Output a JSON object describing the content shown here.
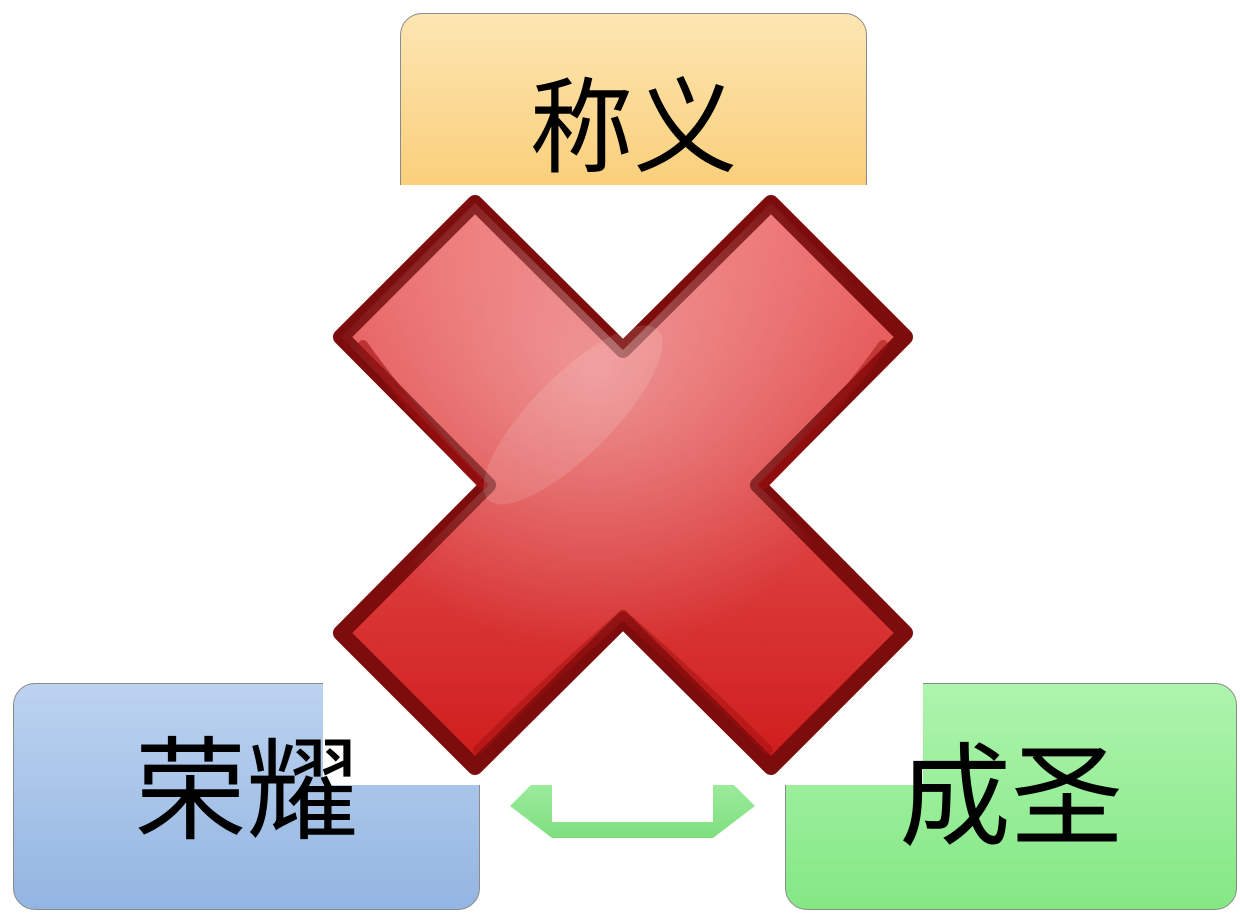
{
  "diagram": {
    "top_node": {
      "label": "称义",
      "color_top": "#fde6b3",
      "color_bottom": "#f8c665"
    },
    "left_node": {
      "label": "荣耀",
      "color_top": "#bcd3f0",
      "color_bottom": "#93b5e1"
    },
    "right_node": {
      "label": "成圣",
      "color_top": "#aef4ae",
      "color_bottom": "#84e884"
    },
    "connector": {
      "type": "double-arrow",
      "color": "#8ee68e"
    }
  },
  "overlay": {
    "icon": "red-x-icon",
    "fill_light": "#ee7474",
    "fill_dark": "#d01c1c",
    "outline": "#7d0c0c",
    "background": "#ffffff"
  }
}
